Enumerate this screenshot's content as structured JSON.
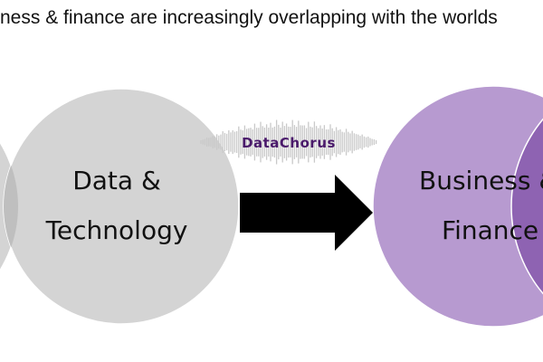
{
  "headline": "ness & finance are increasingly overlapping with the worlds",
  "left_circle": {
    "line1": "Data &",
    "line2": "Technology"
  },
  "right_circle": {
    "line1": "Business &",
    "line2": "Finance"
  },
  "logo": {
    "text": "DataChorus",
    "color": "#4a1a6b"
  },
  "colors": {
    "left_circle": "#d4d4d4",
    "left_overlap": "#bfbfbf",
    "right_circle": "#b79ad0",
    "right_overlap": "#8e63b2",
    "arrow": "#000000"
  }
}
